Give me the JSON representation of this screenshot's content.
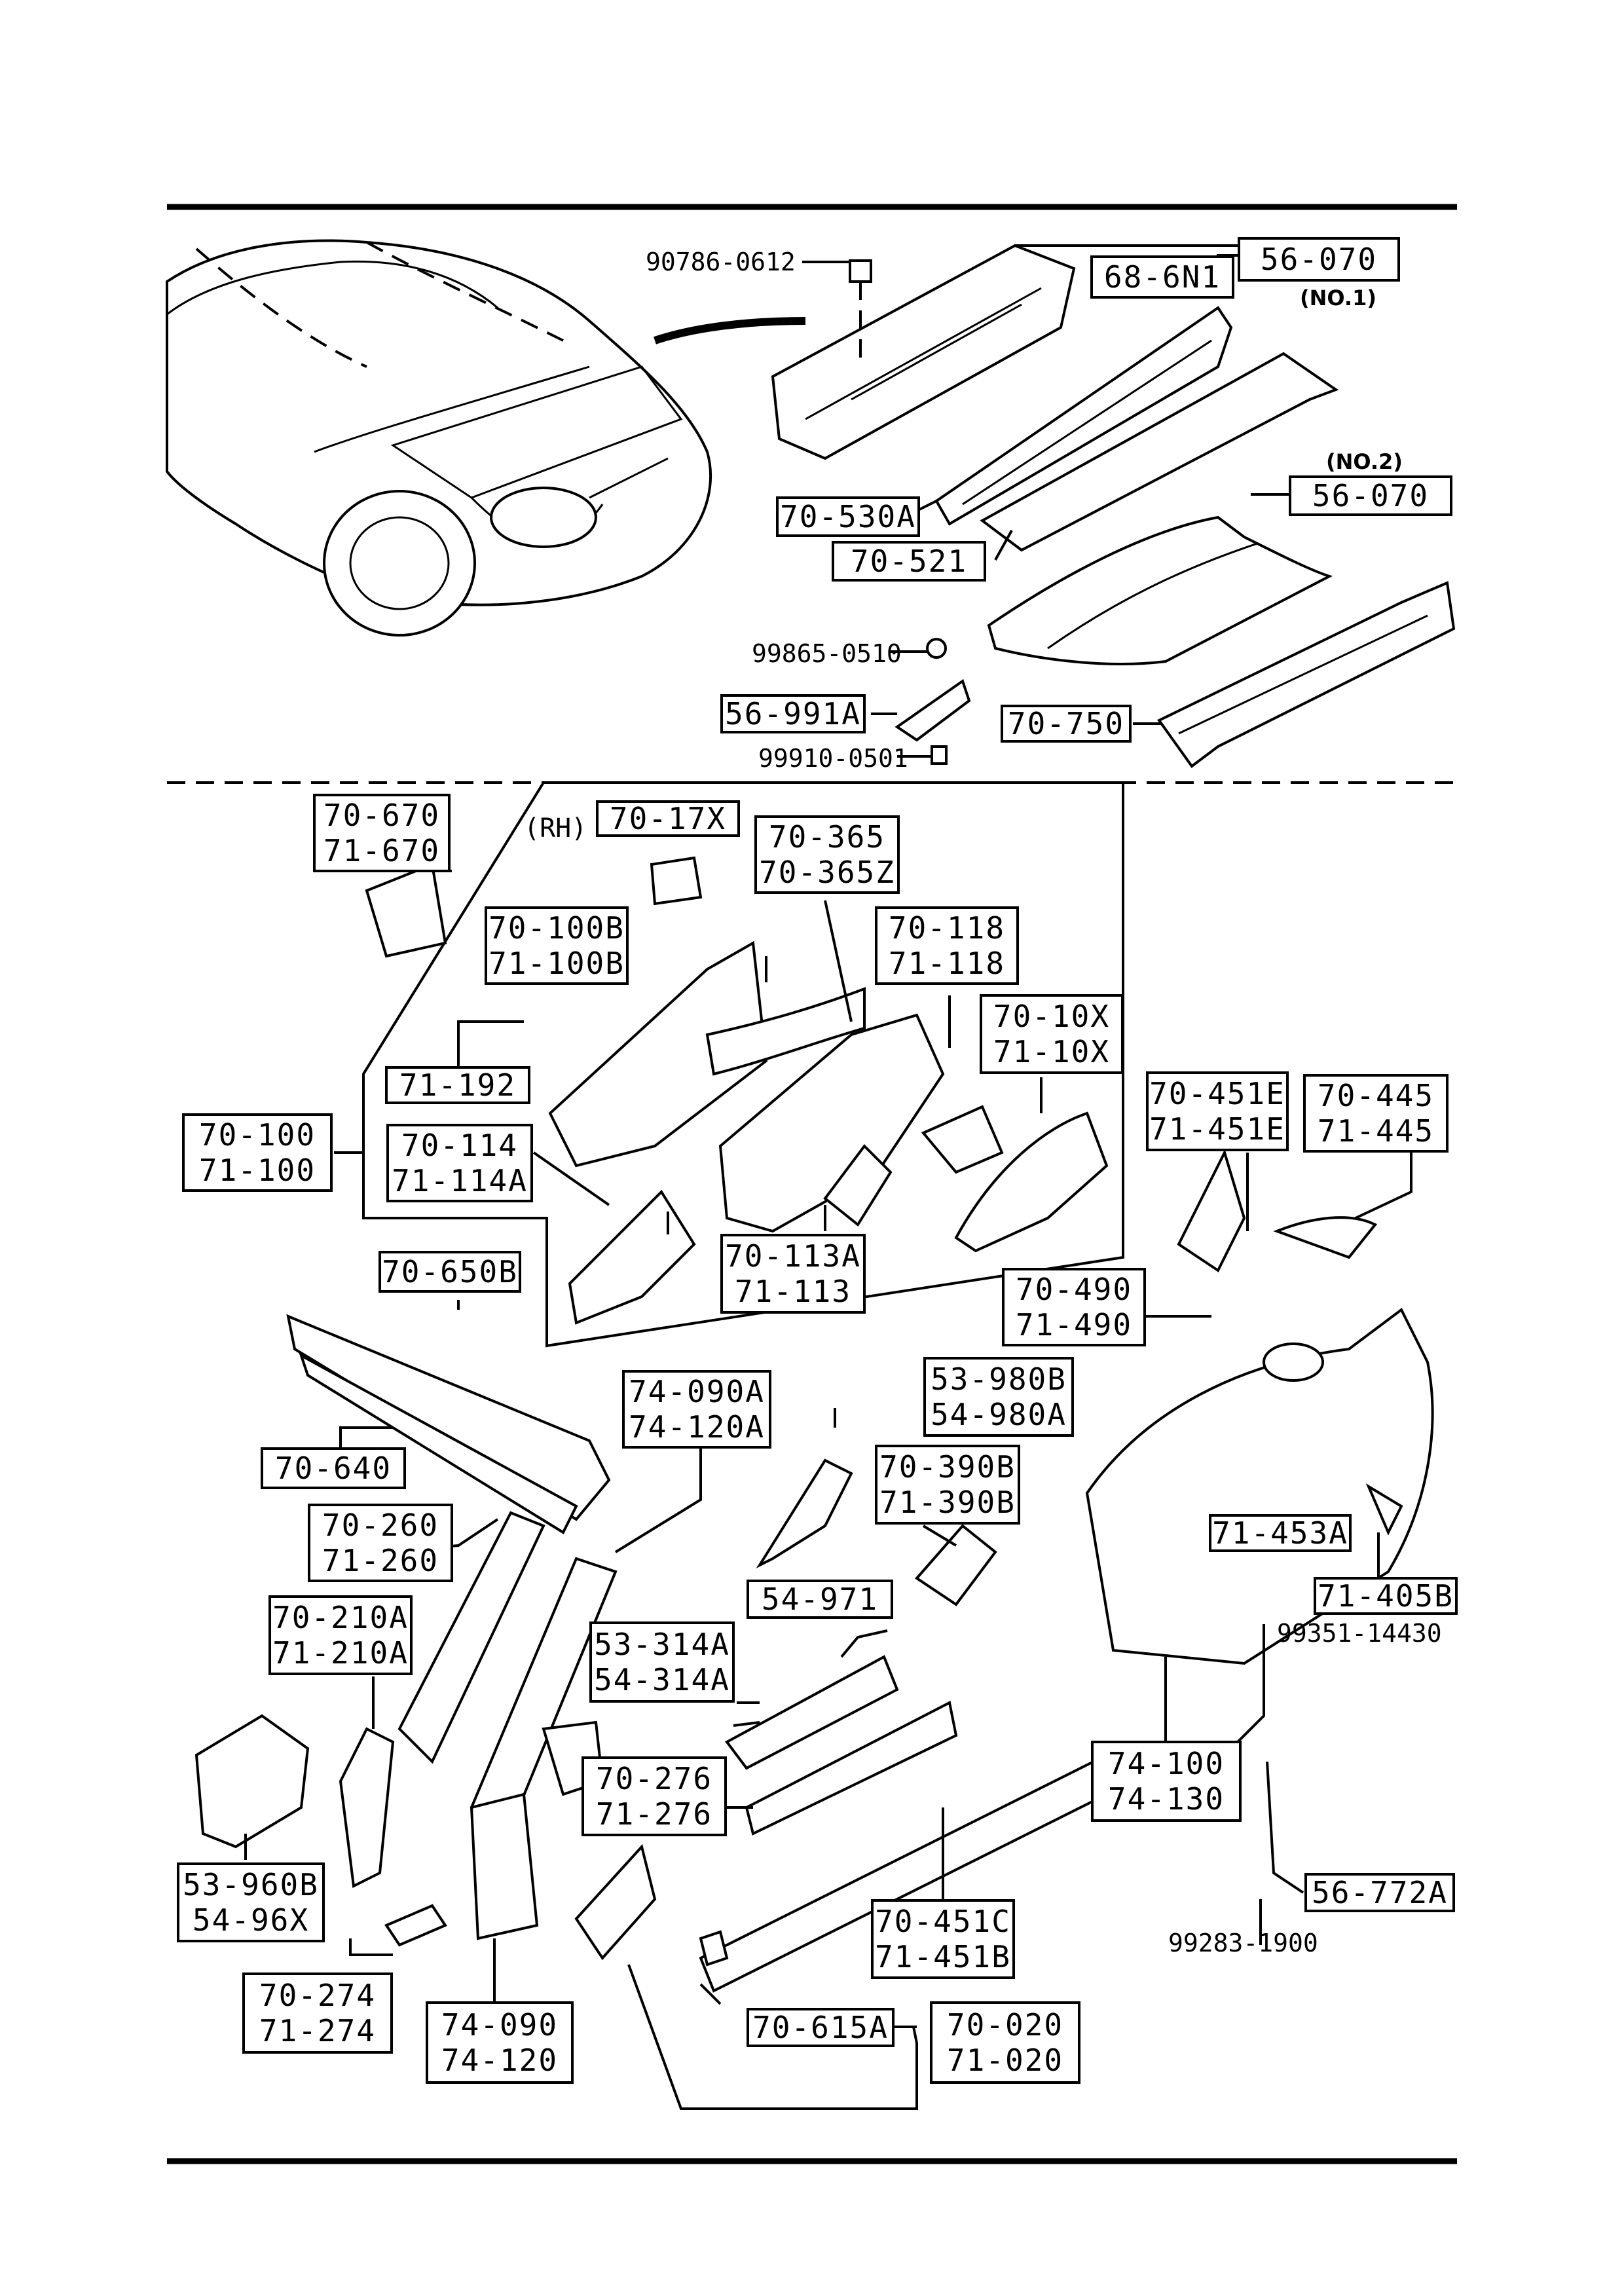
{
  "labels": {
    "l56_070_no1": [
      "56-070"
    ],
    "l68_6n1": [
      "68-6N1"
    ],
    "l70_530a": [
      "70-530A"
    ],
    "l70_521": [
      "70-521"
    ],
    "l56_070_no2": [
      "56-070"
    ],
    "l56_991a": [
      "56-991A"
    ],
    "l70_750": [
      "70-750"
    ],
    "l70_670": [
      "70-670",
      "71-670"
    ],
    "l70_17x": [
      "70-17X"
    ],
    "l70_365": [
      "70-365",
      "70-365Z"
    ],
    "l70_100b": [
      "70-100B",
      "71-100B"
    ],
    "l70_118": [
      "70-118",
      "71-118"
    ],
    "l70_10x": [
      "70-10X",
      "71-10X"
    ],
    "l71_192": [
      "71-192"
    ],
    "l70_100": [
      "70-100",
      "71-100"
    ],
    "l70_114": [
      "70-114",
      "71-114A"
    ],
    "l70_113a": [
      "70-113A",
      "71-113"
    ],
    "l70_451e": [
      "70-451E",
      "71-451E"
    ],
    "l70_445": [
      "70-445",
      "71-445"
    ],
    "l70_650b": [
      "70-650B"
    ],
    "l70_490": [
      "70-490",
      "71-490"
    ],
    "l74_090a": [
      "74-090A",
      "74-120A"
    ],
    "l53_980b": [
      "53-980B",
      "54-980A"
    ],
    "l70_640": [
      "70-640"
    ],
    "l70_390b": [
      "70-390B",
      "71-390B"
    ],
    "l70_260": [
      "70-260",
      "71-260"
    ],
    "l71_453a": [
      "71-453A"
    ],
    "l71_405b": [
      "71-405B"
    ],
    "l54_971": [
      "54-971"
    ],
    "l70_210a": [
      "70-210A",
      "71-210A"
    ],
    "l53_314a": [
      "53-314A",
      "54-314A"
    ],
    "l74_100": [
      "74-100",
      "74-130"
    ],
    "l70_276": [
      "70-276",
      "71-276"
    ],
    "l53_960b": [
      "53-960B",
      "54-96X"
    ],
    "l56_772a": [
      "56-772A"
    ],
    "l70_451c": [
      "70-451C",
      "71-451B"
    ],
    "l70_274": [
      "70-274",
      "71-274"
    ],
    "l70_615a": [
      "70-615A"
    ],
    "l74_090": [
      "74-090",
      "74-120"
    ],
    "l70_020": [
      "70-020",
      "71-020"
    ]
  },
  "plain": {
    "p90786": "90786-0612",
    "p99865": "99865-0510",
    "p99910": "99910-0501",
    "p99351": "99351-14430",
    "p99283": "99283-1900"
  },
  "notes": {
    "no1": "(NO.1)",
    "no2": "(NO.2)",
    "rh": "(RH)"
  }
}
